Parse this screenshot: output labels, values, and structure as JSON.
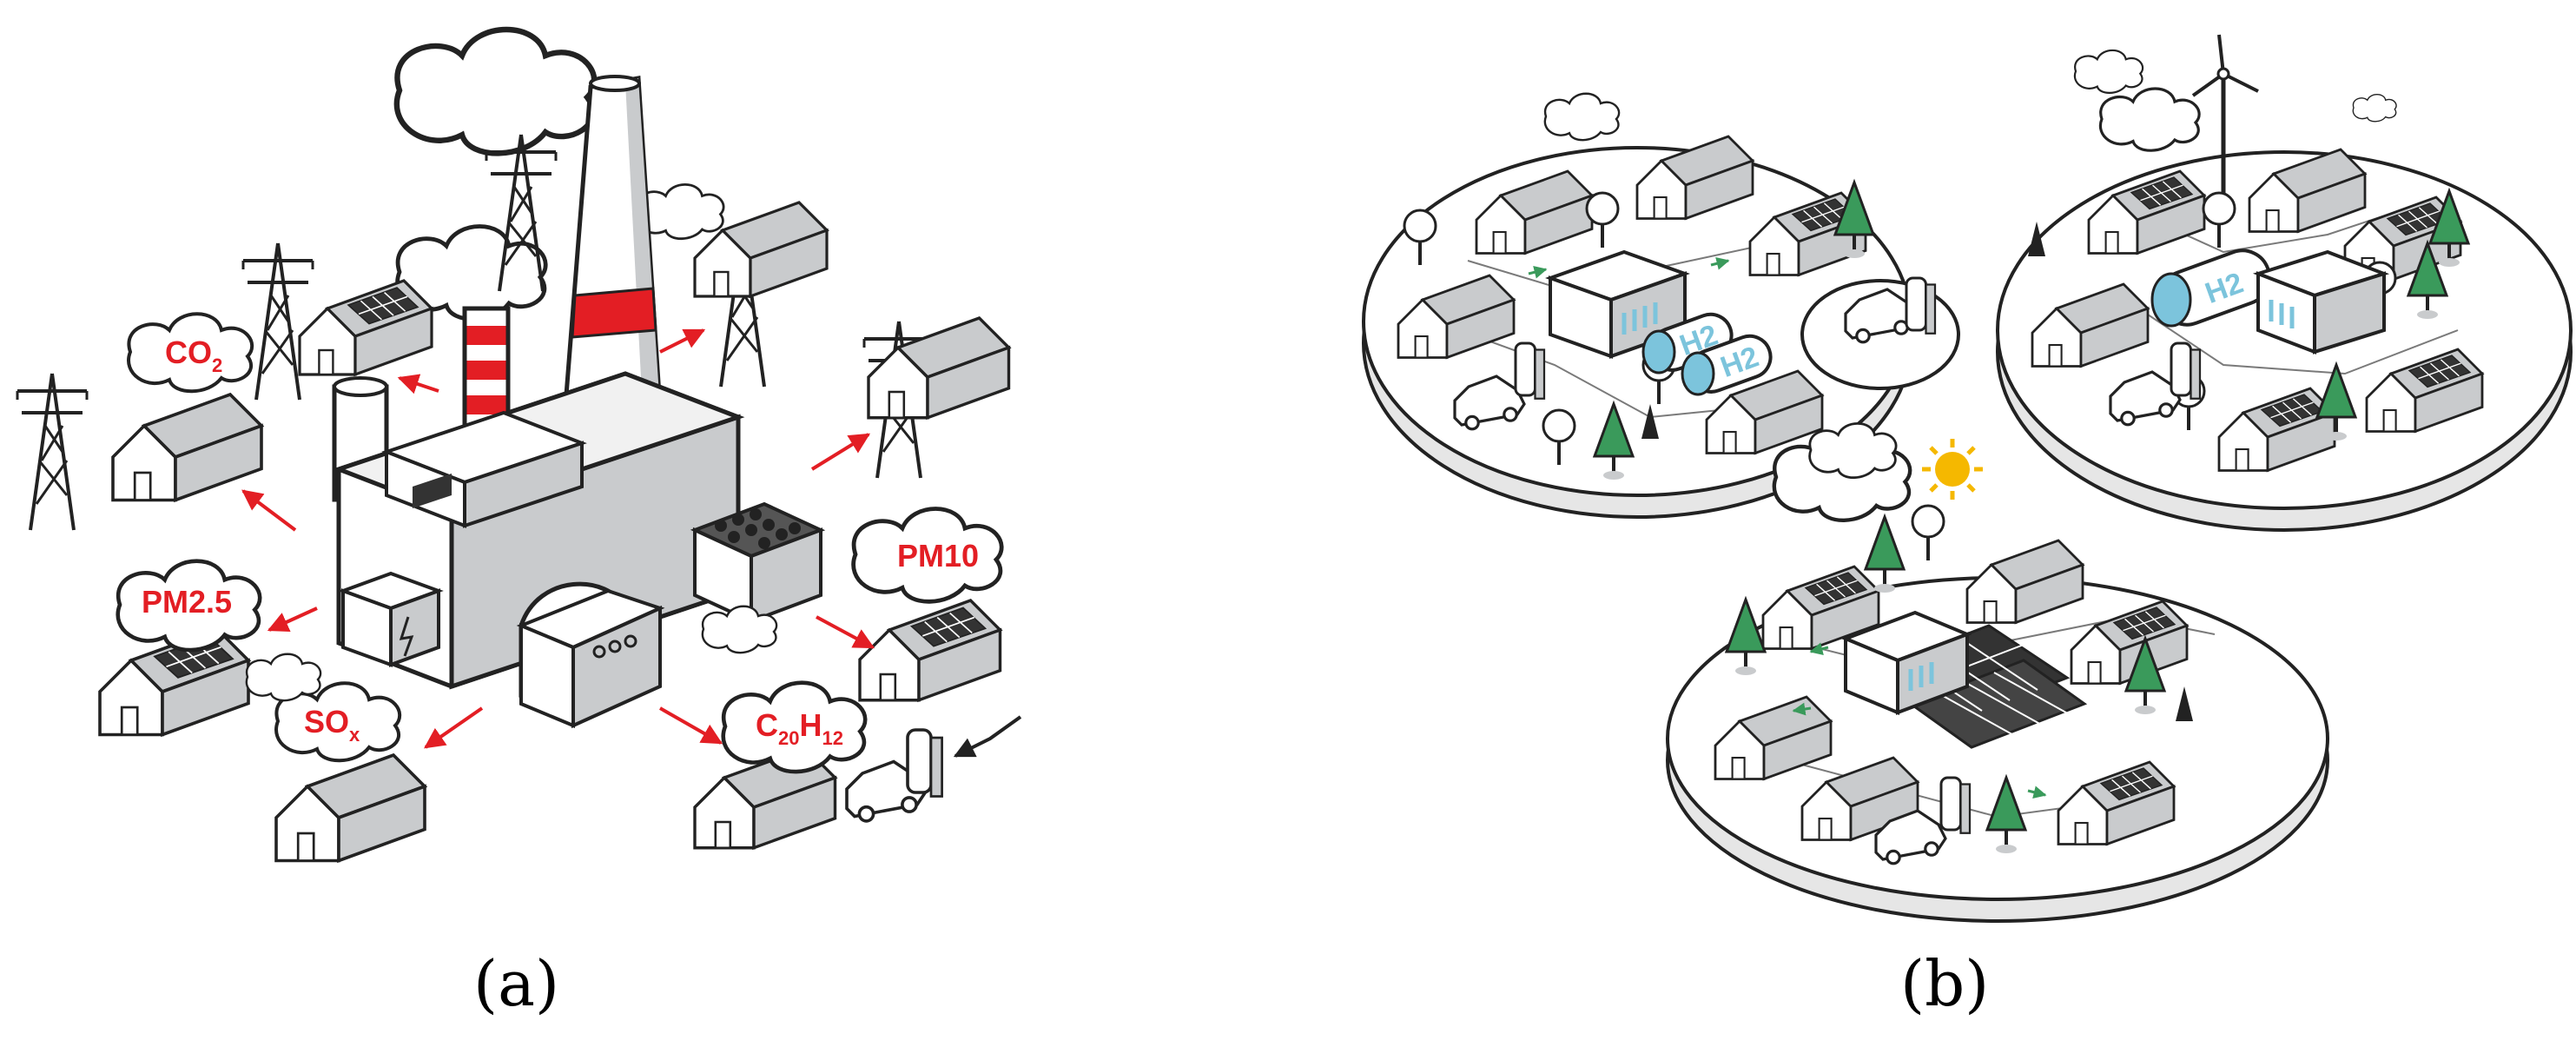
{
  "panels": [
    {
      "label": "(a)",
      "pollutants": [
        {
          "id": "co2",
          "base": "CO",
          "sub": "2"
        },
        {
          "id": "pm25",
          "base": "PM2.5",
          "sub": ""
        },
        {
          "id": "sox",
          "base": "SO",
          "sub": "x"
        },
        {
          "id": "pm10",
          "base": "PM10",
          "sub": ""
        },
        {
          "id": "c20h12",
          "base": "C",
          "sub": "20",
          "base2": "H",
          "sub2": "12"
        }
      ]
    },
    {
      "label": "(b)",
      "tanks": [
        {
          "id": "h2-tank-1",
          "text": "H2"
        },
        {
          "id": "h2-tank-2",
          "text": "H2"
        },
        {
          "id": "h2-tank-3",
          "text": "H2"
        }
      ]
    }
  ],
  "colors": {
    "outline": "#222222",
    "wall": "#ffffff",
    "roof": "#c9cbcd",
    "accent_red": "#e31e24",
    "tree_green": "#3a9a5b",
    "tank_blue": "#7cc4dc",
    "sun_yellow": "#f5b800",
    "panel_dark": "#333333"
  }
}
